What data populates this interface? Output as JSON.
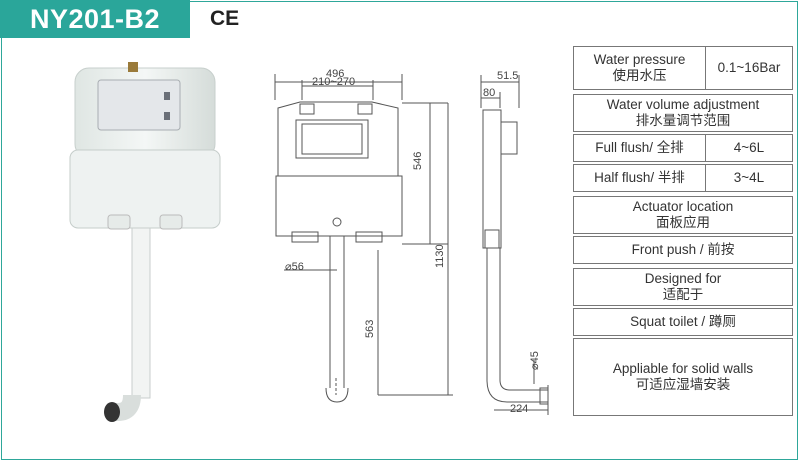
{
  "header": {
    "model": "NY201-B2",
    "certification": "CE"
  },
  "dimensions": {
    "width_total": "496",
    "bracket_range": "210~270",
    "depth_total": "51.5",
    "depth_inner": "80",
    "tank_height": "546",
    "total_height": "1130",
    "pipe_length": "563",
    "pipe_diameter": "⌀56",
    "outlet_diameter": "⌀45",
    "outlet_offset": "224"
  },
  "specs": {
    "water_pressure": {
      "label_en": "Water pressure",
      "label_cn": "使用水压",
      "value": "0.1~16Bar"
    },
    "volume": {
      "label_en": "Water volume adjustment",
      "label_cn": "排水量调节范围"
    },
    "full_flush": {
      "label": "Full flush/  全排",
      "value": "4~6L"
    },
    "half_flush": {
      "label": "Half flush/ 半排",
      "value": "3~4L"
    },
    "actuator": {
      "label_en": "Actuator location",
      "label_cn": "面板应用",
      "value": "Front push / 前按"
    },
    "designed": {
      "label_en": "Designed for",
      "label_cn": "适配于",
      "value": "Squat toilet  / 蹲厕"
    },
    "appliable": {
      "label_en": "Appliable for solid walls",
      "label_cn": "可适应湿墙安装"
    }
  }
}
